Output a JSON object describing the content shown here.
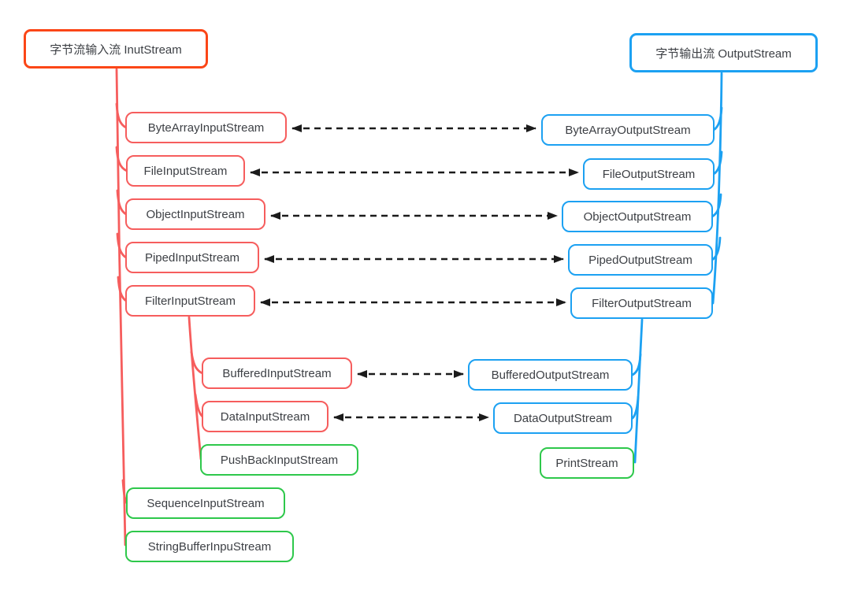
{
  "mindmap": {
    "title_semantics": "Java byte stream class hierarchy mind map",
    "left_root": {
      "label": "字节流输入流 InutStream"
    },
    "right_root": {
      "label": "字节输出流 OutputStream"
    },
    "left_children": [
      {
        "label": "ByteArrayInputStream",
        "color": "red"
      },
      {
        "label": "FileInputStream",
        "color": "red"
      },
      {
        "label": "ObjectInputStream",
        "color": "red"
      },
      {
        "label": "PipedInputStream",
        "color": "red"
      },
      {
        "label": "FilterInputStream",
        "color": "red"
      },
      {
        "label": "SequenceInputStream",
        "color": "green"
      },
      {
        "label": "StringBufferInpuStream",
        "color": "green"
      }
    ],
    "filter_input_children": [
      {
        "label": "BufferedInputStream",
        "color": "red"
      },
      {
        "label": "DataInputStream",
        "color": "red"
      },
      {
        "label": "PushBackInputStream",
        "color": "green"
      }
    ],
    "right_children": [
      {
        "label": "ByteArrayOutputStream",
        "color": "blue"
      },
      {
        "label": "FileOutputStream",
        "color": "blue"
      },
      {
        "label": "ObjectOutputStream",
        "color": "blue"
      },
      {
        "label": "PipedOutputStream",
        "color": "blue"
      },
      {
        "label": "FilterOutputStream",
        "color": "blue"
      }
    ],
    "filter_output_children": [
      {
        "label": "BufferedOutputStream",
        "color": "blue"
      },
      {
        "label": "DataOutputStream",
        "color": "blue"
      },
      {
        "label": "PrintStream",
        "color": "green"
      }
    ],
    "links": [
      {
        "from": "ByteArrayInputStream",
        "to": "ByteArrayOutputStream",
        "style": "dashed-double-arrow"
      },
      {
        "from": "FileInputStream",
        "to": "FileOutputStream",
        "style": "dashed-double-arrow"
      },
      {
        "from": "ObjectInputStream",
        "to": "ObjectOutputStream",
        "style": "dashed-double-arrow"
      },
      {
        "from": "PipedInputStream",
        "to": "PipedOutputStream",
        "style": "dashed-double-arrow"
      },
      {
        "from": "FilterInputStream",
        "to": "FilterOutputStream",
        "style": "dashed-double-arrow"
      },
      {
        "from": "BufferedInputStream",
        "to": "BufferedOutputStream",
        "style": "dashed-double-arrow"
      },
      {
        "from": "DataInputStream",
        "to": "DataOutputStream",
        "style": "dashed-double-arrow"
      }
    ],
    "colors": {
      "left_root_border": "#fb4617",
      "right_root_border": "#1ca1f2",
      "red_branch": "#f65d5d",
      "blue_branch": "#1ca1f2",
      "green_branch": "#2ec84b",
      "link_arrow": "#1b1b1b",
      "text": "#3d4045",
      "background": "#ffffff"
    }
  }
}
